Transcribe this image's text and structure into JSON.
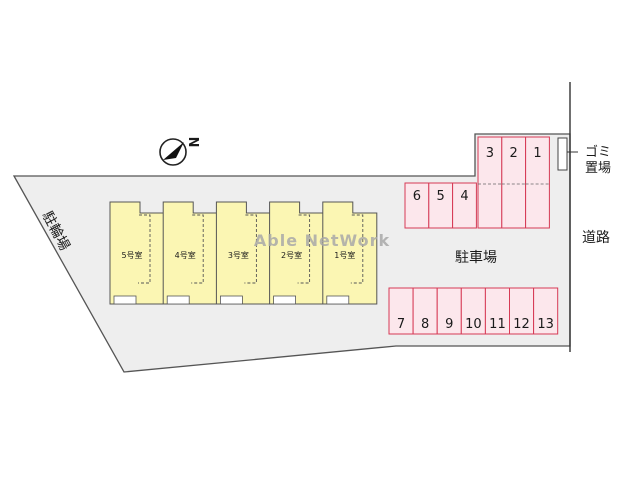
{
  "compass": {
    "north_label": "N"
  },
  "watermark": "Able NetWork",
  "labels": {
    "bicycle_parking": "駐輪場",
    "parking_lot": "駐車場",
    "garbage": "ゴミ置場",
    "road": "道路"
  },
  "units": [
    "5号室",
    "4号室",
    "3号室",
    "2号室",
    "1号室"
  ],
  "parking_spaces": {
    "top_row": [
      "3",
      "2",
      "1"
    ],
    "middle_row": [
      "6",
      "5",
      "4"
    ],
    "bottom_row": [
      "7",
      "8",
      "9",
      "10",
      "11",
      "12",
      "13"
    ]
  },
  "colors": {
    "lot": "#eeeeee",
    "outline": "#555555",
    "unit_fill": "#fbf6b3",
    "parking_fill": "#fce7ec",
    "parking_stroke": "#d63a55",
    "watermark": "#a8a8a8"
  }
}
